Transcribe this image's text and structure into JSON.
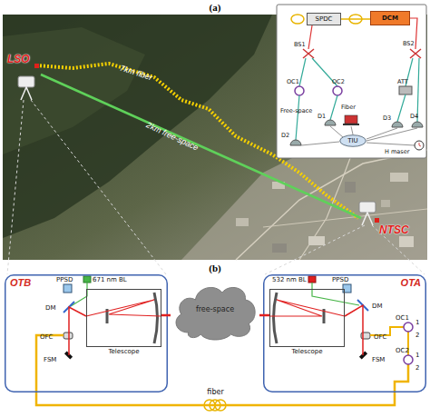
{
  "diagram": {
    "nodes": [
      {
        "text": [
          "SPDC"
        ]
      },
      {
        "text": [
          "DCM"
        ]
      },
      {
        "text": [
          "TIU"
        ]
      },
      {
        "text": [
          "OTB"
        ]
      },
      {
        "text": [
          "Telescope"
        ],
        "in": 3
      },
      {
        "text": [
          "free-space"
        ]
      },
      {
        "text": [
          "OTA"
        ]
      },
      {
        "text": [
          "Telescope"
        ],
        "in": 6
      }
    ],
    "edges": [
      {
        "from": 0,
        "to": 1,
        "arrow": "none"
      },
      {
        "from": 4,
        "to": 5,
        "arrow": "none"
      },
      {
        "from": 5,
        "to": 7,
        "arrow": "none"
      },
      {
        "from": 3,
        "to": 6,
        "label": "fiber",
        "arrow": "none"
      }
    ],
    "labels": [
      "(a)",
      "LSO",
      "7km fiber",
      "2km free-space",
      "NTSC",
      "BS1",
      "BS2",
      "OC1",
      "OC2",
      "Free-space",
      "Fiber",
      "ATT",
      "D1",
      "D2",
      "D3",
      "D4",
      "H maser",
      "(b)",
      "PPSD",
      "671 nm BL",
      "DM",
      "OFC",
      "FSM",
      "532 nm BL",
      "PPSD",
      "DM",
      "OFC",
      "FSM",
      "OC1",
      "1",
      "2",
      "OC2",
      "1",
      "2"
    ]
  }
}
